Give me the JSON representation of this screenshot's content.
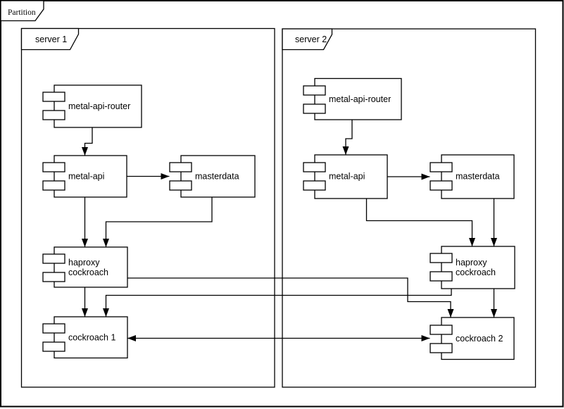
{
  "diagram": {
    "frame": {
      "label": "Partition"
    },
    "server1": {
      "label": "server 1",
      "components": {
        "metal_api_router": "metal-api-router",
        "metal_api": "metal-api",
        "masterdata": "masterdata",
        "haproxy_line1": "haproxy",
        "haproxy_line2": "cockroach",
        "cockroach": "cockroach 1"
      }
    },
    "server2": {
      "label": "server 2",
      "components": {
        "metal_api_router": "metal-api-router",
        "metal_api": "metal-api",
        "masterdata": "masterdata",
        "haproxy_line1": "haproxy",
        "haproxy_line2": "cockroach",
        "cockroach": "cockroach 2"
      }
    },
    "colors": {
      "stroke": "#000000",
      "shape_fill": "#ffffff",
      "background": "#ffffff"
    }
  }
}
